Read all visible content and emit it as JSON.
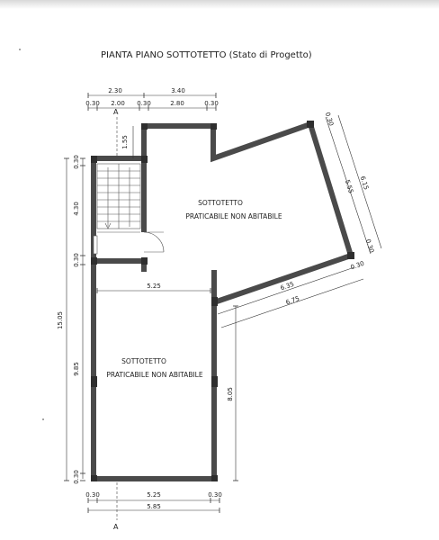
{
  "title": "PIANTA PIANO SOTTOTETTO (Stato di Progetto)",
  "rooms": {
    "upper_line1": "SOTTOTETTO",
    "upper_line2": "PRATICABILE NON ABITABILE",
    "lower_line1": "SOTTOTETTO",
    "lower_line2": "PRATICABILE NON ABITABILE"
  },
  "section_marks": {
    "top": "A",
    "bottom": "A"
  },
  "dimensions": {
    "top_overall_left": "2.30",
    "top_overall_right": "3.40",
    "top_parts": [
      "0.30",
      "2.00",
      "0.30",
      "2.80",
      "0.30"
    ],
    "stair_depth": "1.55",
    "left_parts": [
      "0.30",
      "4.30",
      "0.30",
      "9.85",
      "0.30"
    ],
    "left_overall": "15.05",
    "inner_width": "5.25",
    "bottom_parts": [
      "0.30",
      "5.25",
      "0.30"
    ],
    "bottom_overall": "5.85",
    "right_lower": "8.05",
    "wing_inner": "6.35",
    "wing_outer": "6.75",
    "wing_end_wall": "0.30",
    "diag_parts": [
      "0.30",
      "5.55",
      "0.30"
    ],
    "diag_overall": "6.15"
  }
}
